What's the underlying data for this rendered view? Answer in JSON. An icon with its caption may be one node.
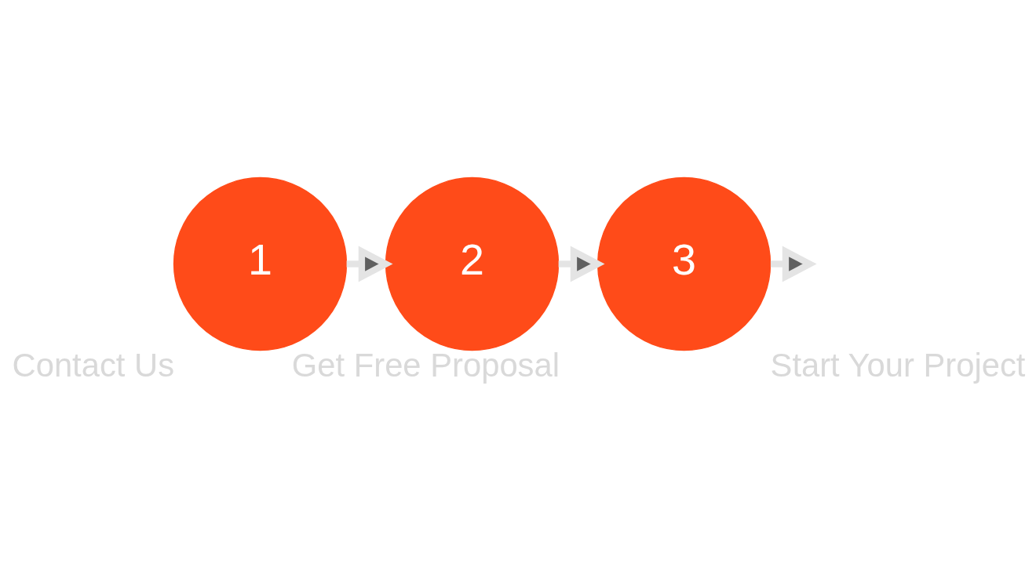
{
  "diagram": {
    "nodes": [
      {
        "text": [
          "1"
        ],
        "beside": [
          "Contact Us"
        ]
      },
      {
        "text": [
          "2"
        ],
        "beside": [
          "Get Free Proposal"
        ]
      },
      {
        "text": [
          "3"
        ],
        "beside": [
          "Start Your Project"
        ]
      }
    ],
    "edges": [
      {
        "from": 0,
        "to": 1,
        "arrow": "to"
      },
      {
        "from": 1,
        "to": 2,
        "arrow": "to"
      },
      {
        "from": 2,
        "to": null,
        "arrow": "to"
      }
    ]
  }
}
